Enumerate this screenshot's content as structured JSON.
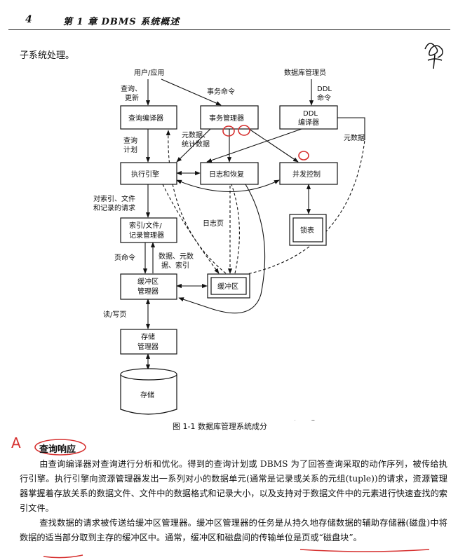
{
  "header": {
    "page_number": "4",
    "chapter_title": "第 1 章  DBMS 系统概述"
  },
  "intro_text": "子系统处理。",
  "diagram": {
    "top_labels": {
      "user_app": "用户/应用",
      "dba": "数据库管理员"
    },
    "boxes": {
      "query_compiler": "查询编译器",
      "txn_manager": "事务管理器",
      "ddl_line1": "DDL",
      "ddl_line2": "编译器",
      "exec_engine": "执行引擎",
      "log_recovery": "日志和恢复",
      "concurrency": "并发控制",
      "index_line1": "索引/文件/",
      "index_line2": "记录管理器",
      "lock_table": "锁表",
      "buffer_mgr_line1": "缓冲区",
      "buffer_mgr_line2": "管理器",
      "buffers": "缓冲区",
      "storage_mgr_line1": "存储",
      "storage_mgr_line2": "管理器",
      "storage": "存储"
    },
    "edge_labels": {
      "query_update_1": "查询、",
      "query_update_2": "更新",
      "txn_command": "事务命令",
      "ddl_cmd_1": "DDL",
      "ddl_cmd_2": "命令",
      "query_plan_1": "查询",
      "query_plan_2": "计划",
      "metadata_stats_1": "元数据、",
      "metadata_stats_2": "统计数据",
      "metadata": "元数据",
      "index_req_1": "对索引、文件",
      "index_req_2": "和记录的请求",
      "log_pages": "日志页",
      "page_cmd": "页命令",
      "data_meta_1": "数据、元数",
      "data_meta_2": "据、索引",
      "read_write": "读/写页"
    }
  },
  "caption": "图 1-1    数据库管理系统成分",
  "section": {
    "letter": "A",
    "title": "查询响应"
  },
  "paragraphs": {
    "p1": "由查询编译器对查询进行分析和优化。得到的查询计划或 DBMS 为了回答查询采取的动作序列，被传给执行引擎。执行引擎向资源管理器发出一系列对小的数据单元(通常是记录或关系的元组(tuple))的请求，资源管理器掌握着存放关系的数据文件、文件中的数据格式和记录大小，以及支持对于数据文件中的元素进行快速查找的索引文件。",
    "p2": "查找数据的请求被传送给缓冲区管理器。缓冲区管理器的任务是从持久地存储数据的辅助存储器(磁盘)中将数据的适当部分取到主存的缓冲区中。通常，缓冲区和磁盘间的传输单位是页或“磁盘块”。"
  },
  "colors": {
    "ink": "#111111",
    "annotation_red": "#d6302f"
  }
}
